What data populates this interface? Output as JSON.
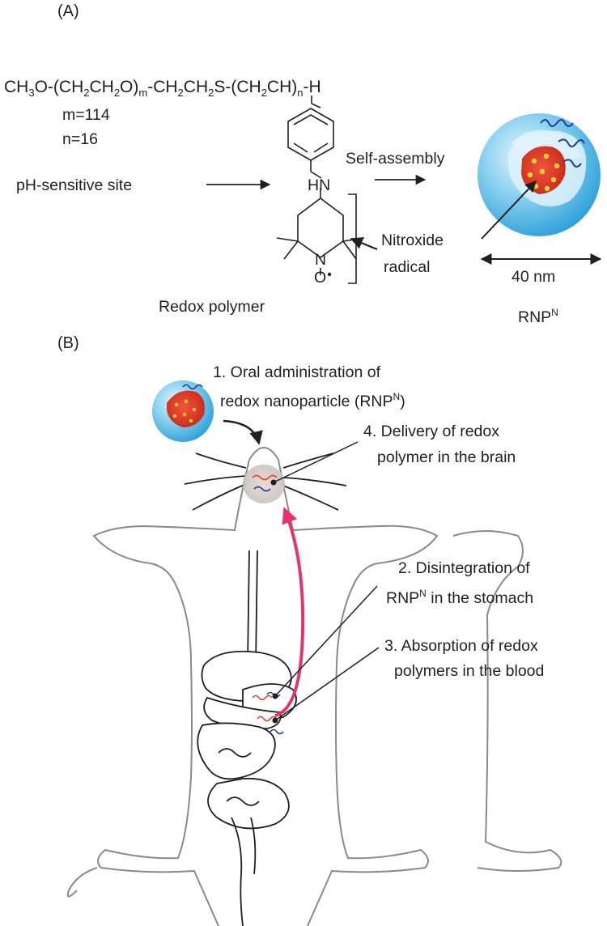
{
  "panel_a": {
    "label": "(A)",
    "formula": {
      "p1": "CH",
      "s1": "3",
      "p2": "O-(CH",
      "s2": "2",
      "p3": "CH",
      "s3": "2",
      "p4": "O)",
      "s4": "m",
      "p5": "-CH",
      "s5": "2",
      "p6": "CH",
      "s6": "2",
      "p7": "S-(CH",
      "s7": "2",
      "p8": "CH)",
      "s8": "n",
      "p9": "-H"
    },
    "m_value": "m=114",
    "n_value": "n=16",
    "ph_site": "pH-sensitive site",
    "hn": "HN",
    "n_atom": "N",
    "o_atom": "O",
    "nitroxide": [
      "Nitroxide",
      "radical"
    ],
    "self_assembly": "Self-assembly",
    "size": "40 nm",
    "polymer_caption": "Redox polymer",
    "rnp": {
      "base": "RNP",
      "sup": "N"
    }
  },
  "panel_b": {
    "label": "(B)",
    "step1": {
      "line1": "1. Oral administration of",
      "line2_pre": "redox nanoparticle (RNP",
      "line2_sup": "N",
      "line2_post": ")"
    },
    "step4": {
      "line1": "4. Delivery of redox",
      "line2": "polymer in the brain"
    },
    "step2": {
      "line1": "2. Disintegration of",
      "line2_pre": "RNP",
      "line2_sup": "N",
      "line2_post": " in the stomach"
    },
    "step3": {
      "line1": "3. Absorption of redox",
      "line2": "polymers in the blood"
    }
  },
  "colors": {
    "text": "#231f20",
    "sphere_blue": "#4fb3e3",
    "core_red": "#e8402a",
    "core_dot": "#f6d233",
    "chain_blue": "#1f3d9e",
    "delivery_arrow": "#e6336b",
    "body_outline": "#8a8a8a"
  }
}
